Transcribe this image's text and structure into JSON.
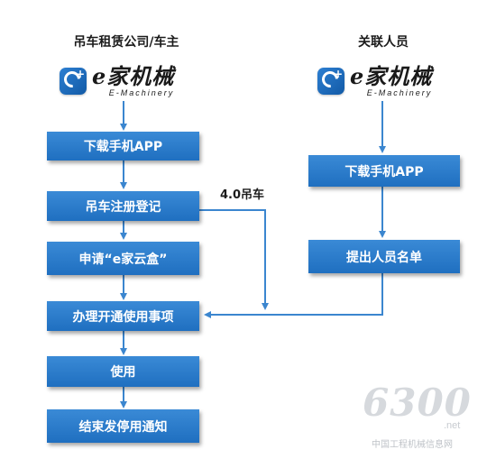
{
  "left_column": {
    "title": "吊车租赁公司/车主",
    "logo": {
      "cn": "e家机械",
      "en": "E-Machinery"
    },
    "steps": [
      "下载手机APP",
      "吊车注册登记",
      "申请“e家云盒”",
      "办理开通使用事项",
      "使用",
      "结束发停用通知"
    ]
  },
  "right_column": {
    "title": "关联人员",
    "logo": {
      "cn": "e家机械",
      "en": "E-Machinery"
    },
    "steps": [
      "下载手机APP",
      "提出人员名单"
    ]
  },
  "connector_label": "4.0吊车",
  "watermark": {
    "number": "6300",
    "suffix": ".net",
    "site": "中国工程机械信息网"
  },
  "colors": {
    "box": "#2a7cc9",
    "line": "#3b86cf"
  }
}
